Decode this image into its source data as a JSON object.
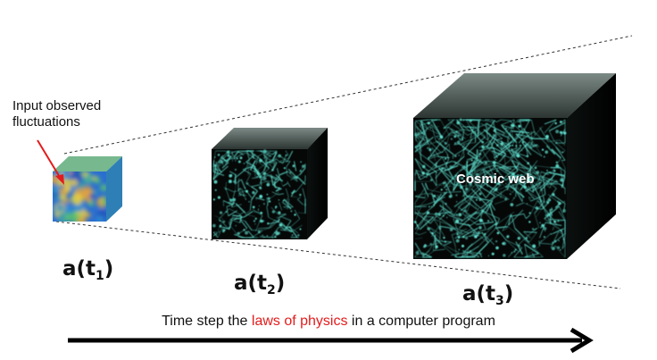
{
  "annotation": {
    "input_label": "Input observed fluctuations"
  },
  "scale_factors": [
    {
      "base": "a(t",
      "sub": "1",
      "close": ")"
    },
    {
      "base": "a(t",
      "sub": "2",
      "close": ")"
    },
    {
      "base": "a(t",
      "sub": "3",
      "close": ")"
    }
  ],
  "cosmic_web_label": "Cosmic web",
  "caption": {
    "prefix": "Time step the ",
    "highlight": "laws of physics",
    "suffix": " in a computer program"
  },
  "colors": {
    "highlight": "#e41b1b",
    "arrow": "#000000",
    "filament": "#5fe0d0",
    "cube_body": "#050807"
  },
  "icons": [
    "cmb-cube-icon",
    "simulation-cube-icon",
    "arrow-right-icon"
  ]
}
